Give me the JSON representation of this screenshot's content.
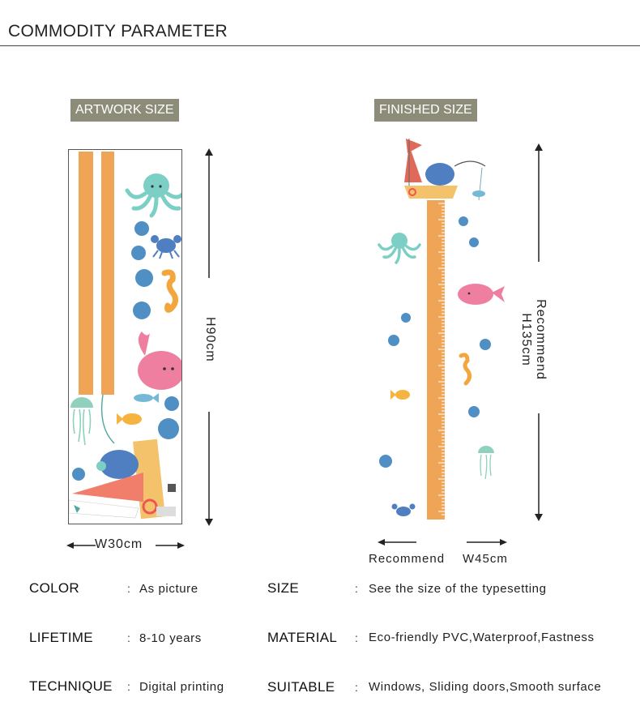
{
  "header": {
    "title": "COMMODITY PARAMETER"
  },
  "artwork": {
    "tag": "ARTWORK SIZE",
    "height_label": "H90cm",
    "width_label": "W30cm"
  },
  "finished": {
    "tag": "FINISHED SIZE",
    "height_label": "Recommend H135cm",
    "width_label_1": "Recommend",
    "width_label_2": "W45cm"
  },
  "specs": [
    {
      "label": "COLOR",
      "colon": ":",
      "value": "As picture"
    },
    {
      "label": "SIZE",
      "colon": ":",
      "value": "See the size of the typesetting"
    },
    {
      "label": "LIFETIME",
      "colon": ":",
      "value": "8-10 years"
    },
    {
      "label": "MATERIAL",
      "colon": ":",
      "value": "Eco-friendly PVC,Waterproof,Fastness"
    },
    {
      "label": "TECHNIQUE",
      "colon": ":",
      "value": "Digital  printing"
    },
    {
      "label": "SUITABLE",
      "colon": ":",
      "value": "Windows, Sliding doors,Smooth surface"
    }
  ],
  "colors": {
    "tag_bg": "#8c8c78",
    "ruler": "#f0a455",
    "bubble": "#4f8fc4",
    "octopus": "#7ccfc4",
    "whale": "#ef7fa0",
    "crab": "#4f7fc0",
    "seahorse": "#f3a63e"
  }
}
